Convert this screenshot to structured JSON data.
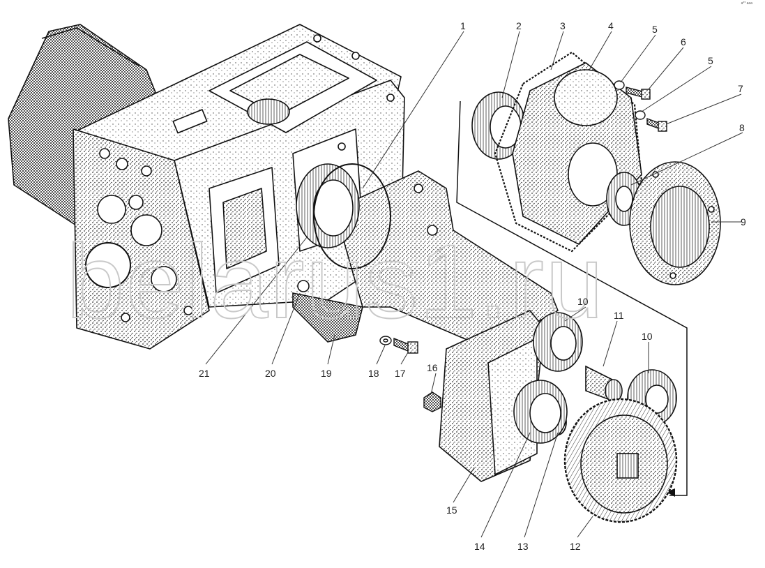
{
  "watermark": "belarus1.ru",
  "corner_text": "a** aaa",
  "callouts": [
    "1",
    "2",
    "3",
    "4",
    "5",
    "6",
    "5",
    "7",
    "8",
    "9",
    "10",
    "11",
    "10",
    "12",
    "13",
    "14",
    "15",
    "16",
    "17",
    "18",
    "19",
    "20",
    "21"
  ]
}
